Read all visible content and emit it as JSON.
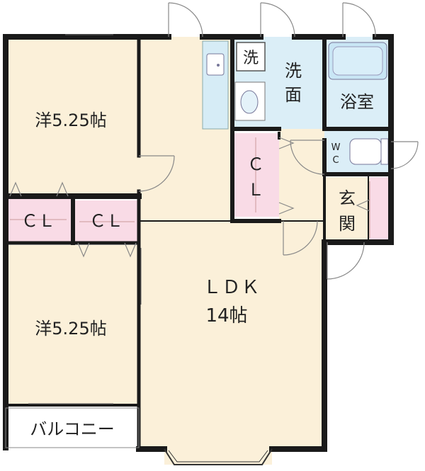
{
  "colors": {
    "wall": "#1a1a1a",
    "room_floor": "#fbf0d9",
    "closet": "#f9dbe6",
    "wet_area": "#dbeef7",
    "fixture": "#c9e6f5",
    "balcony": "#ffffff",
    "door_line": "#888888"
  },
  "rooms": {
    "western_top": "洋5.25帖",
    "western_bottom": "洋5.25帖",
    "ldk_title": "ＬＤＫ",
    "ldk_size": "14帖",
    "closet_left": "ＣＬ",
    "closet_center": "ＣＬ",
    "closet_vertical_c": "Ｃ",
    "closet_vertical_l": "Ｌ",
    "washroom_line1": "洗",
    "washroom_line2": "面",
    "washer": "洗",
    "bathroom": "浴室",
    "toilet_w": "W",
    "toilet_c": "C",
    "entrance_line1": "玄",
    "entrance_line2": "関",
    "balcony": "バルコニー"
  },
  "icons": {
    "washbasin": "washbasin-icon",
    "bathtub": "bathtub-icon",
    "toilet": "toilet-icon",
    "kitchen_sink": "kitchen-sink-icon"
  }
}
